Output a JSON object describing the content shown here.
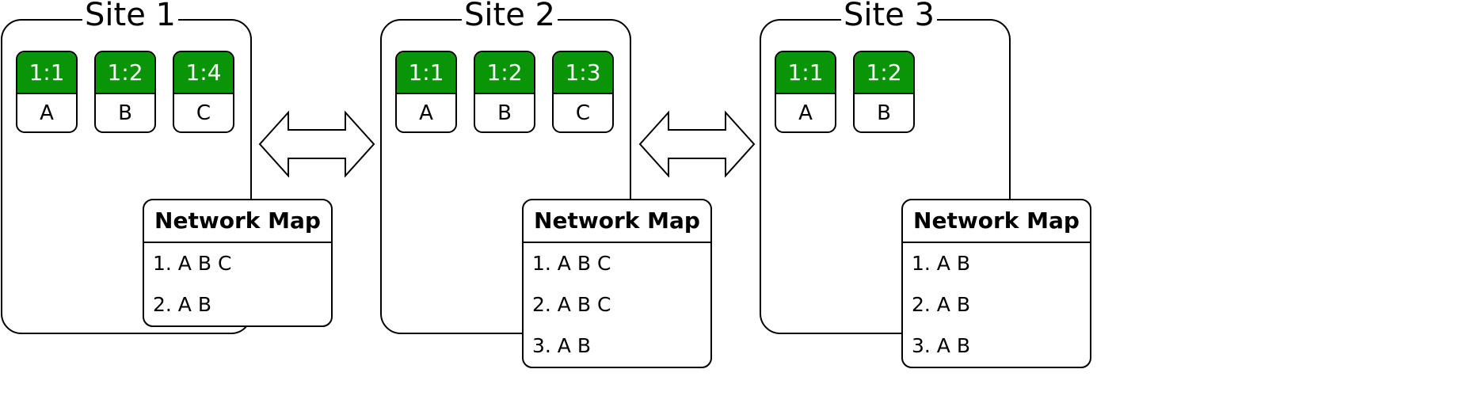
{
  "sites": [
    {
      "title": "Site 1",
      "nodes": [
        {
          "id": "1:1",
          "letter": "A"
        },
        {
          "id": "1:2",
          "letter": "B"
        },
        {
          "id": "1:4",
          "letter": "C"
        }
      ],
      "network_map": {
        "title": "Network Map",
        "rows": [
          "1. A B C",
          "2. A B"
        ]
      }
    },
    {
      "title": "Site 2",
      "nodes": [
        {
          "id": "1:1",
          "letter": "A"
        },
        {
          "id": "1:2",
          "letter": "B"
        },
        {
          "id": "1:3",
          "letter": "C"
        }
      ],
      "network_map": {
        "title": "Network Map",
        "rows": [
          "1. A B C",
          "2. A B C",
          "3. A B"
        ]
      }
    },
    {
      "title": "Site 3",
      "nodes": [
        {
          "id": "1:1",
          "letter": "A"
        },
        {
          "id": "1:2",
          "letter": "B"
        }
      ],
      "network_map": {
        "title": "Network Map",
        "rows": [
          "1. A B",
          "2. A B",
          "3. A B"
        ]
      }
    }
  ],
  "colors": {
    "node_header": "#0a9408",
    "node_header_text": "#ffffff",
    "stroke": "#000000"
  },
  "connectors": [
    "double-arrow-icon",
    "double-arrow-icon"
  ]
}
